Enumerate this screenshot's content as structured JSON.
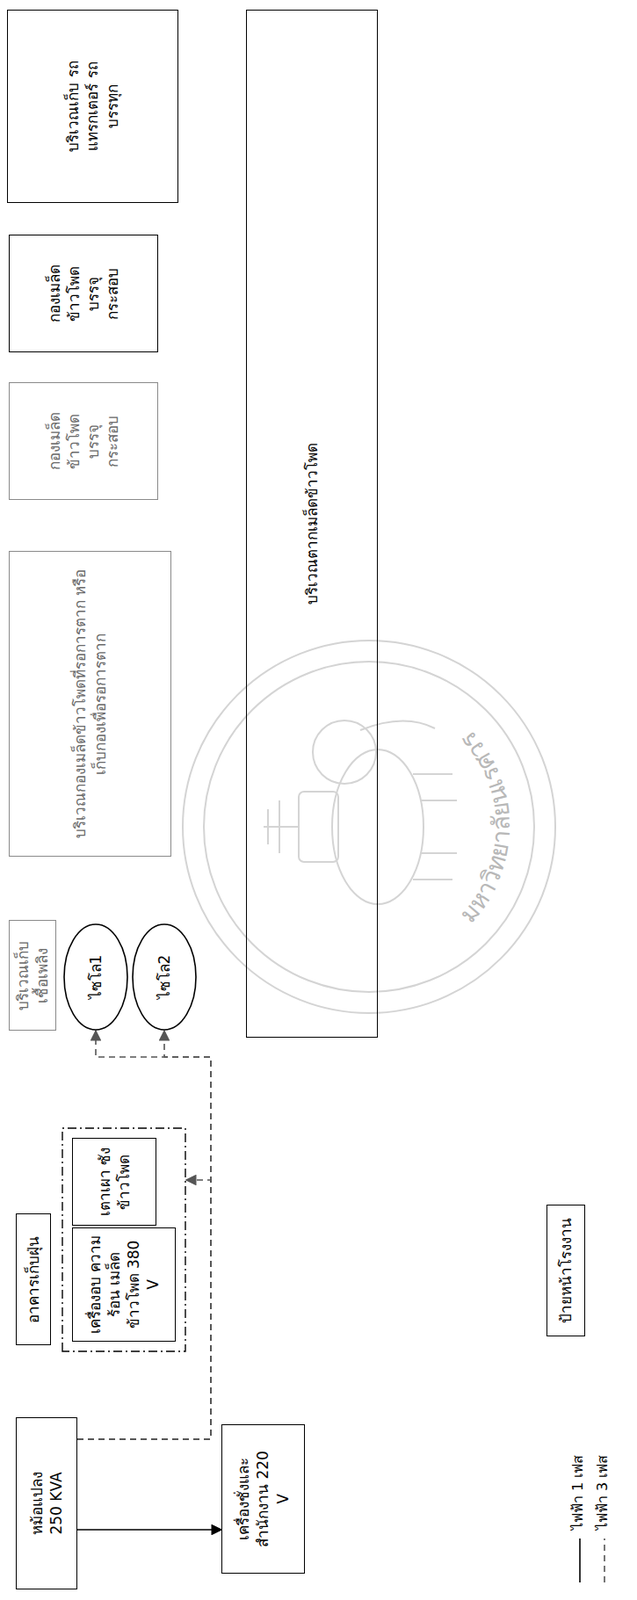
{
  "diagram": {
    "nodes": [
      {
        "text": [
          "หม้อแปลง 250 KVA"
        ]
      },
      {
        "text": [
          "อาคารเก็บฝุ่น"
        ]
      },
      {
        "text": [
          "เครื่องอบ ความร้อน เมล็ดข้าวโพด 380 V"
        ],
        "in": 1
      },
      {
        "text": [
          "เตาเผา ซัง ข้าวโพด"
        ],
        "in": 1
      },
      {
        "text": [
          "บริเวณเก็บ เชื้อเพลิง"
        ]
      },
      {
        "text": [
          "ไซโล1"
        ]
      },
      {
        "text": [
          "ไซโล2"
        ]
      },
      {
        "text": [
          "บริเวณกองเมล็ดข้าวโพดที่รอการตาก หรือเก็บกองเพื่อรอการตาก"
        ]
      },
      {
        "text": [
          "กองเมล็ด ข้าวโพด บรรจุ กระสอบ"
        ]
      },
      {
        "text": [
          "กองเมล็ด ข้าวโพด บรรจุ กระสอบ"
        ]
      },
      {
        "text": [
          "บริเวณเก็บ รถแทรกเตอร์ รถบรรทุก"
        ]
      },
      {
        "text": [
          "เครื่องชั่งและ สำนักงาน 220 V"
        ]
      },
      {
        "text": [
          "บริเวณตากเมล็ดข้าวโพด"
        ]
      },
      {
        "text": [
          "ป้ายหน้าโรงงาน"
        ]
      }
    ],
    "edges": [
      {
        "from": 0,
        "to": 11,
        "arrow": "to"
      },
      {
        "from": 0,
        "to": 1,
        "arrow": "to"
      },
      {
        "from": 0,
        "to": 5,
        "arrow": "to"
      },
      {
        "from": 0,
        "to": 6,
        "arrow": "to"
      }
    ],
    "labels": [
      "มหาวิทยาลัยนเรศวร"
    ],
    "legend": [
      {
        "text": "ไฟฟ้า 1 เฟส"
      },
      {
        "text": "ไฟฟ้า 3 เฟส"
      }
    ]
  }
}
